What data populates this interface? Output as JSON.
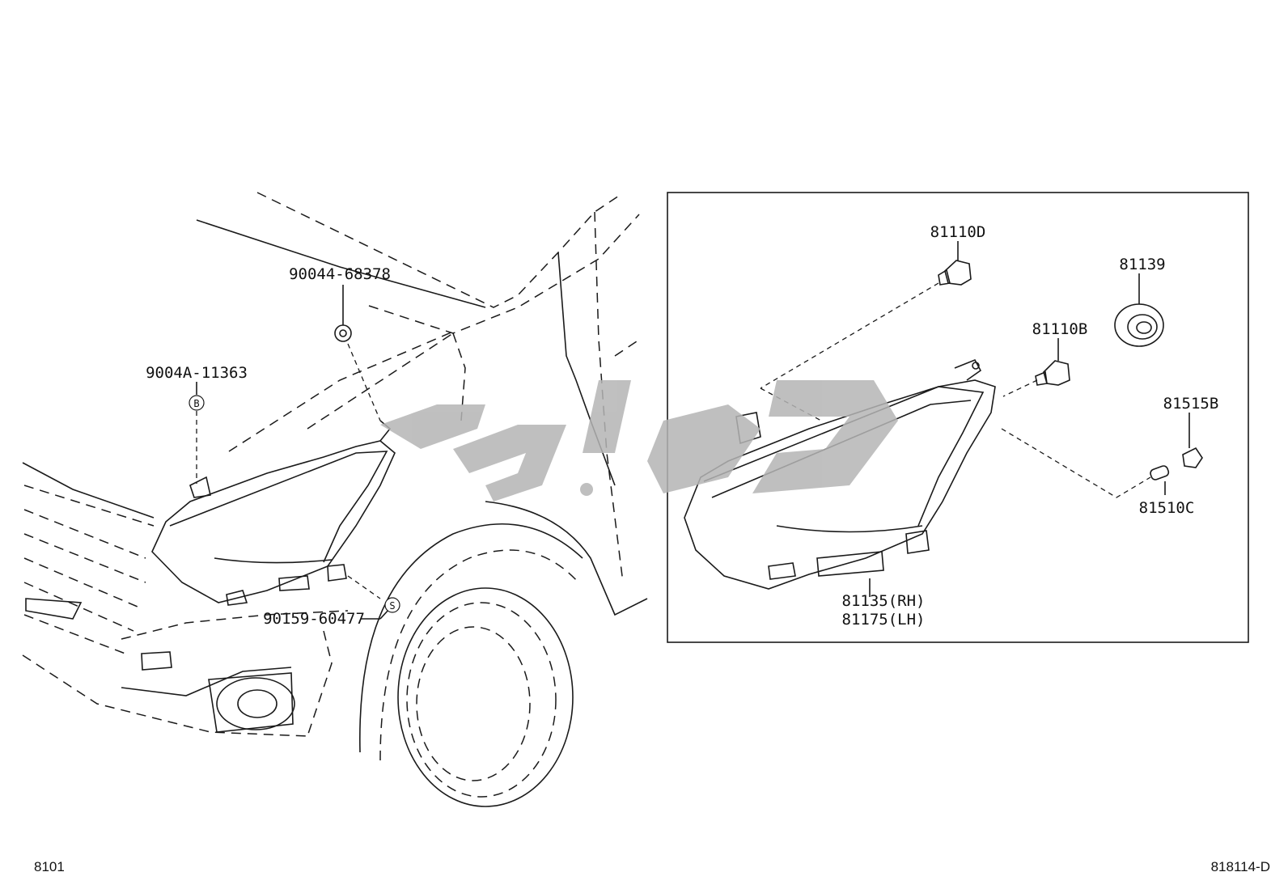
{
  "diagram": {
    "callouts": {
      "clip_upper": "90044-68378",
      "bolt_left": "9004A-11363",
      "screw_lower": "90159-60477",
      "bulb_high": "81110D",
      "bulb_low": "81110B",
      "socket_cover": "81139",
      "socket": "81515B",
      "bulb_small": "81510C",
      "headlamp_rh": "81135(RH)",
      "headlamp_lh": "81175(LH)"
    },
    "markers": {
      "b": "B",
      "s": "S"
    },
    "footer": {
      "left": "8101",
      "right": "818114-D"
    }
  }
}
